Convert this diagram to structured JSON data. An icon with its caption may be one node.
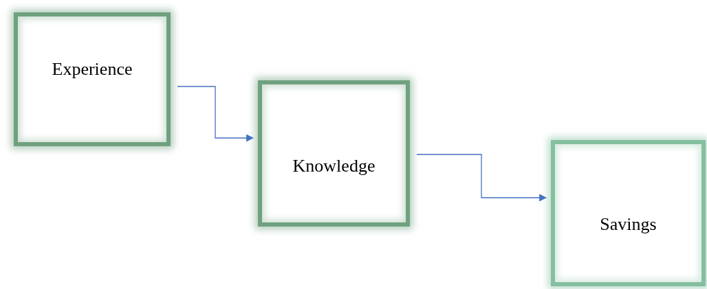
{
  "diagram": {
    "nodes": [
      {
        "text": [
          "Experience"
        ]
      },
      {
        "text": [
          "Knowledge"
        ]
      },
      {
        "text": [
          "Savings"
        ]
      }
    ],
    "edges": [
      {
        "from": 0,
        "to": 1,
        "arrow": "to"
      },
      {
        "from": 1,
        "to": 2,
        "arrow": "to"
      }
    ]
  }
}
